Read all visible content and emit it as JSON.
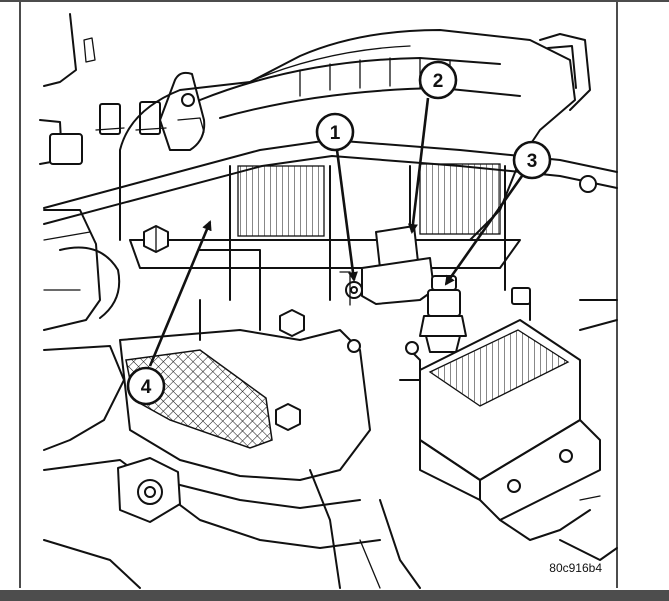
{
  "figure": {
    "callouts": [
      {
        "number": "1"
      },
      {
        "number": "2"
      },
      {
        "number": "3"
      },
      {
        "number": "4"
      }
    ],
    "figure_id": "80c916b4"
  },
  "colors": {
    "line": "#111111",
    "background": "#ffffff",
    "footer_bar": "#4d4d4d"
  }
}
